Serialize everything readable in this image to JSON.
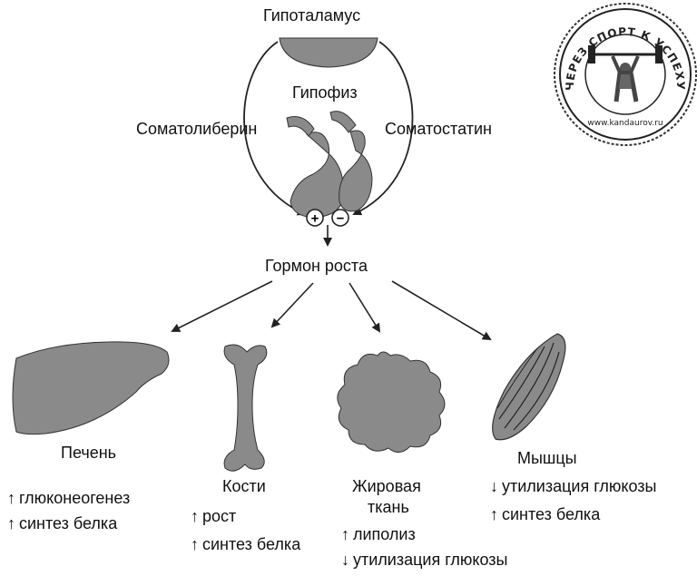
{
  "hormones": {
    "hypothalamus": "Гипоталамус",
    "pituitary": "Гипофиз",
    "somatoliberin": "Соматолиберин",
    "somatostatin": "Соматостатин",
    "growth_hormone": "Гормон роста",
    "plus_sign": "+",
    "minus_sign": "−"
  },
  "stamp": {
    "ring_text": "ЧЕРЕЗ СПОРТ К УСПЕХУ",
    "site": "www.kandaurov.ru",
    "icon": "weightlifter-icon"
  },
  "organs": {
    "liver": {
      "name": "Печень",
      "effects": [
        {
          "dir": "↑",
          "text": "глюконеогенез"
        },
        {
          "dir": "↑",
          "text": "синтез белка"
        }
      ]
    },
    "bones": {
      "name": "Кости",
      "effects": [
        {
          "dir": "↑",
          "text": "рост"
        },
        {
          "dir": "↑",
          "text": "синтез белка"
        }
      ]
    },
    "fat": {
      "name_line1": "Жировая",
      "name_line2": "ткань",
      "effects": [
        {
          "dir": "↑",
          "text": "липолиз"
        },
        {
          "dir": "↓",
          "text": "утилизация глюкозы"
        }
      ]
    },
    "muscles": {
      "name": "Мышцы",
      "effects": [
        {
          "dir": "↓",
          "text": "утилизация глюкозы"
        },
        {
          "dir": "↑",
          "text": "синтез белка"
        }
      ]
    }
  },
  "colors": {
    "organ_fill": "#8a8a8a",
    "line": "#222222",
    "text": "#111111"
  }
}
